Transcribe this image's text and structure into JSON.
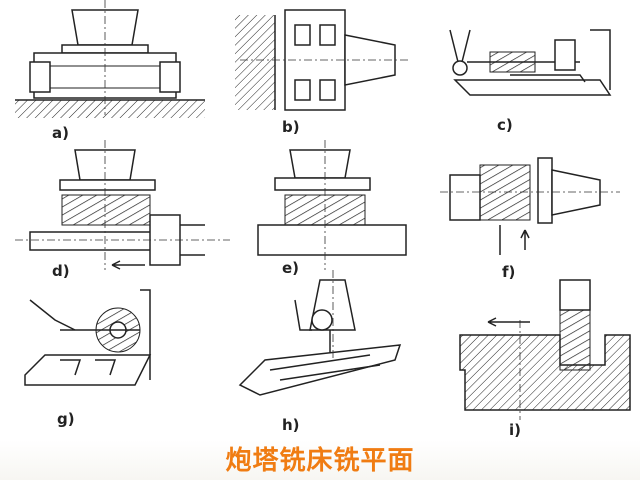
{
  "title": "炮塔铣床铣平面",
  "title_color": "#f07c12",
  "panels": [
    {
      "label": "a)"
    },
    {
      "label": "b)"
    },
    {
      "label": "c)"
    },
    {
      "label": "d)"
    },
    {
      "label": "e)"
    },
    {
      "label": "f)"
    },
    {
      "label": "g)"
    },
    {
      "label": "h)"
    },
    {
      "label": "i)"
    }
  ]
}
